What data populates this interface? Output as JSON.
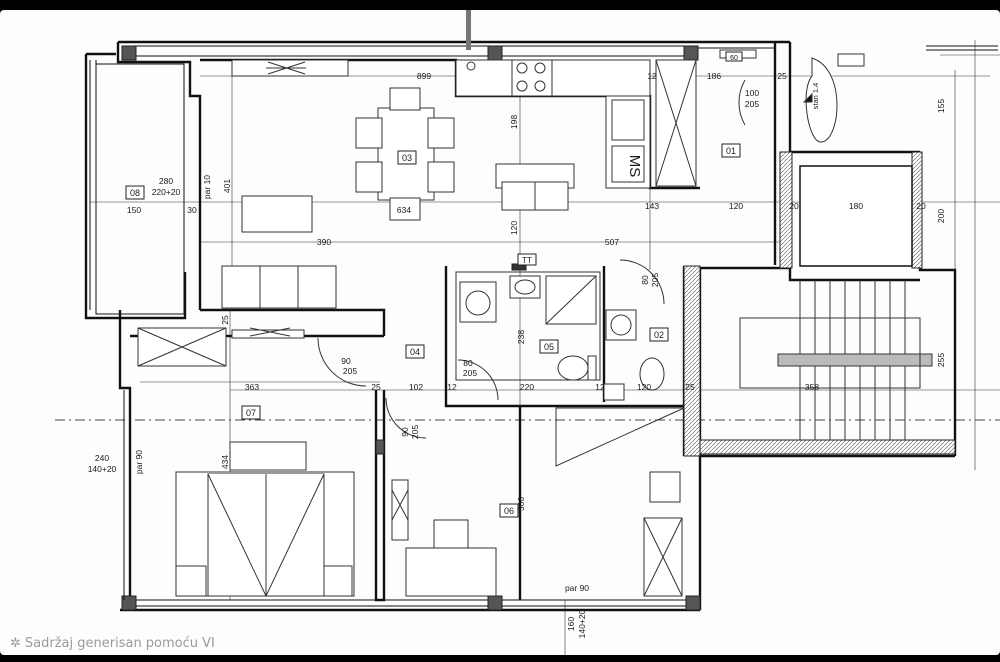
{
  "rooms": [
    {
      "code": "01"
    },
    {
      "code": "02"
    },
    {
      "code": "03"
    },
    {
      "code": "04"
    },
    {
      "code": "05"
    },
    {
      "code": "06"
    },
    {
      "code": "07"
    },
    {
      "code": "08"
    }
  ],
  "dims": {
    "d899": "899",
    "d186": "186",
    "d25a": "25",
    "d12a": "12",
    "d100": "100",
    "d205a": "205",
    "d155": "155",
    "d198": "198",
    "d143": "143",
    "d120a": "120",
    "d20a": "20",
    "d180": "180",
    "d20b": "20",
    "d200": "200",
    "d280": "280",
    "d220_20a": "220+20",
    "d150": "150",
    "d30": "30",
    "d634": "634",
    "d390": "390",
    "d507": "507",
    "d120b": "120",
    "d401": "401",
    "par10": "par 10",
    "d25b": "25",
    "d90a": "90",
    "d205b": "205",
    "d80a": "80",
    "d205c": "205",
    "d80b": "80",
    "d205d": "205",
    "d238": "238",
    "d363": "363",
    "d25c": "25",
    "d102": "102",
    "d12b": "12",
    "d220": "220",
    "d12c": "12",
    "d120c": "120",
    "d25d": "25",
    "d358": "358",
    "d255": "255",
    "d240": "240",
    "d140_20a": "140+20",
    "par90a": "par 90",
    "d434": "434",
    "d90b": "90",
    "d205e": "205",
    "d300": "300",
    "par90b": "par 90",
    "d160": "160",
    "d140_20b": "140+20",
    "ms": "MS",
    "stan": "stan 1.4",
    "tt": "TT",
    "tag60": "60"
  },
  "footer": {
    "text": "Sadržaj generisan pomoću VI",
    "icon": "sparkle-icon"
  }
}
